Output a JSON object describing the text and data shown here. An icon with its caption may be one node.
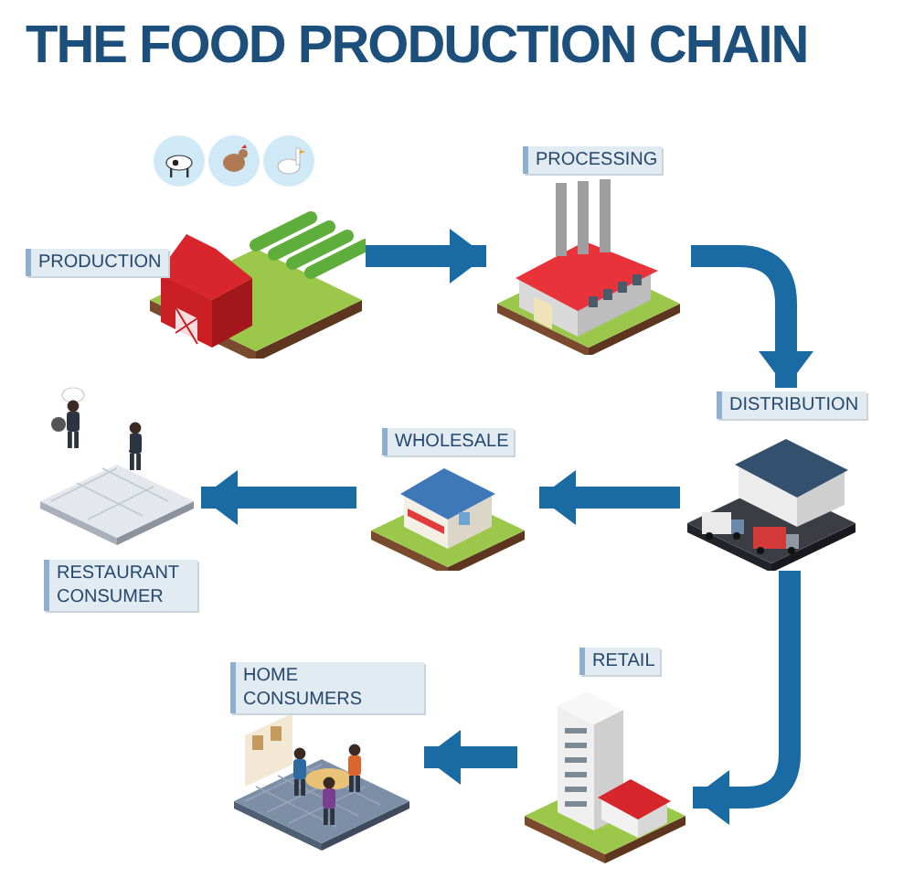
{
  "diagram": {
    "title": "THE FOOD PRODUCTION CHAIN",
    "nodes": [
      {
        "text": [
          "PRODUCTION"
        ]
      },
      {
        "text": [
          "PROCESSING"
        ]
      },
      {
        "text": [
          "DISTRIBUTION"
        ]
      },
      {
        "text": [
          "WHOLESALE"
        ]
      },
      {
        "text": [
          "RESTAURANT CONSUMER"
        ]
      },
      {
        "text": [
          "RETAIL"
        ]
      },
      {
        "text": [
          "HOME CONSUMERS"
        ]
      }
    ],
    "edges": [
      {
        "from": 0,
        "to": 1,
        "arrow": "to"
      },
      {
        "from": 1,
        "to": 2,
        "arrow": "to"
      },
      {
        "from": 2,
        "to": 3,
        "arrow": "to"
      },
      {
        "from": 3,
        "to": 4,
        "arrow": "to"
      },
      {
        "from": 2,
        "to": 5,
        "arrow": "to"
      },
      {
        "from": 5,
        "to": 6,
        "arrow": "to"
      }
    ]
  }
}
